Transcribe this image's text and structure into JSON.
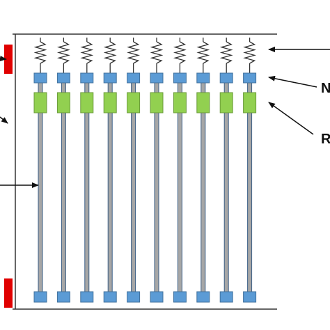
{
  "diagram": {
    "rod_count": 10,
    "colors": {
      "frame_line": "#333333",
      "spring": "#333333",
      "node": "#5b9bd5",
      "node_stroke": "#41719c",
      "rigid": "#92d050",
      "rigid_stroke": "#6a9a3a",
      "rod": "#a6a6a6",
      "rod_stroke": "#3b5f87",
      "wall_block": "#e00000",
      "arrow": "#111111"
    },
    "callouts": {
      "node_label_fragment": "N",
      "rigid_label_fragment": "R"
    }
  }
}
